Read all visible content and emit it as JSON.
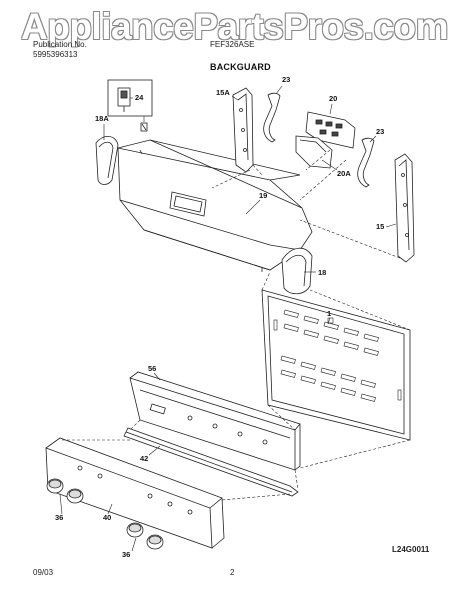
{
  "watermark": "AppliancePartsPros.com",
  "header": {
    "pub_label": "Publication No.",
    "pub_no": "5995396313",
    "model": "FEF326ASE",
    "section": "BACKGUARD"
  },
  "callouts": {
    "p24": "24",
    "p23a": "23",
    "p20": "20",
    "p15a": "15A",
    "p18a": "18A",
    "p20a": "20A",
    "p23b": "23",
    "p19": "19",
    "p15": "15",
    "p18": "18",
    "p1": "1",
    "p56": "56",
    "p42": "42",
    "p40": "40",
    "p36a": "36",
    "p36b": "36"
  },
  "footer": {
    "date": "09/03",
    "page": "2",
    "diagram_id": "L24G0011"
  }
}
